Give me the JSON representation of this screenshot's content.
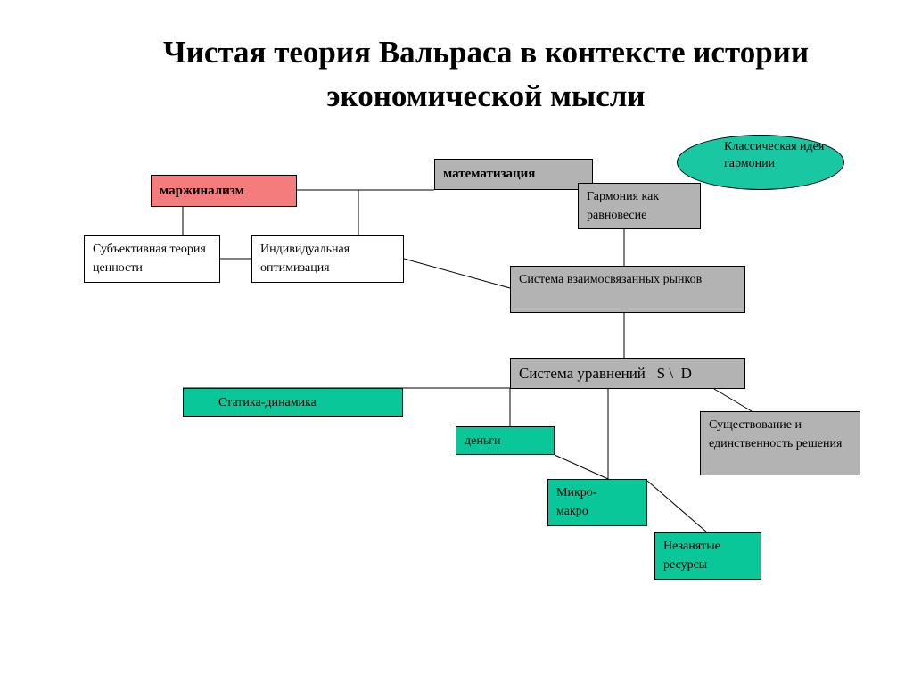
{
  "title": {
    "line1": "Чистая теория Вальраса в контексте истории",
    "line2": "экономической мысли"
  },
  "nodes": {
    "classical_harmony": "Классическая идея гармонии",
    "mathematization": "математизация",
    "marginalism": "маржинализм",
    "harmony_equilibrium": "Гармония как равновесие",
    "subjective_value": "Субъективная теория ценности",
    "individual_optimization": "Индивидуальная оптимизация",
    "interconnected_markets": "Система взаимосвязанных рынков",
    "equation_system": "Система уравнений   S \\  D",
    "statics_dynamics": "Статика-динамика",
    "money": "деньги",
    "existence_uniqueness": "Существование и единственность решения",
    "micro_macro": "Микро-макро",
    "unemployed_resources": "Незанятые ресурсы"
  },
  "colors": {
    "gray_box": "#b3b3b3",
    "red_box": "#f47c7c",
    "teal_box": "#0ac79a",
    "ellipse": "#19c7a3"
  }
}
